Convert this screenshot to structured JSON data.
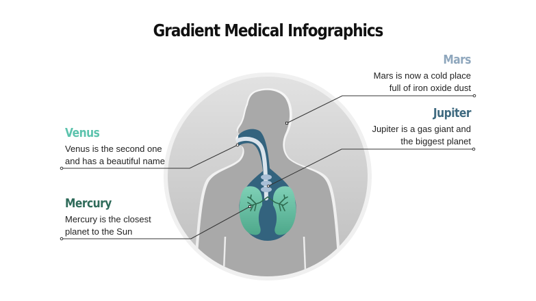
{
  "title": "Gradient Medical Infographics",
  "colors": {
    "mars": "#8fa7bd",
    "jupiter": "#3f6a80",
    "venus": "#5cc3ad",
    "mercury": "#2f6b5a",
    "circle_outer": "#efefef",
    "body": "#a9a9a9",
    "airway": "#33637e",
    "lungs": "#62b99f",
    "trachea": "#d9e2ea",
    "leader_line": "#333333"
  },
  "items": {
    "mars": {
      "heading": "Mars",
      "line1": "Mars is now a cold place",
      "line2": "full of iron oxide dust",
      "target": "head"
    },
    "jupiter": {
      "heading": "Jupiter",
      "line1": "Jupiter is a gas giant and",
      "line2": "the biggest planet",
      "target": "trachea"
    },
    "venus": {
      "heading": "Venus",
      "line1": "Venus is the second one",
      "line2": "and has a beautiful name",
      "target": "mouth"
    },
    "mercury": {
      "heading": "Mercury",
      "line1": "Mercury is the closest",
      "line2": "planet to the Sun",
      "target": "bronchi"
    }
  }
}
